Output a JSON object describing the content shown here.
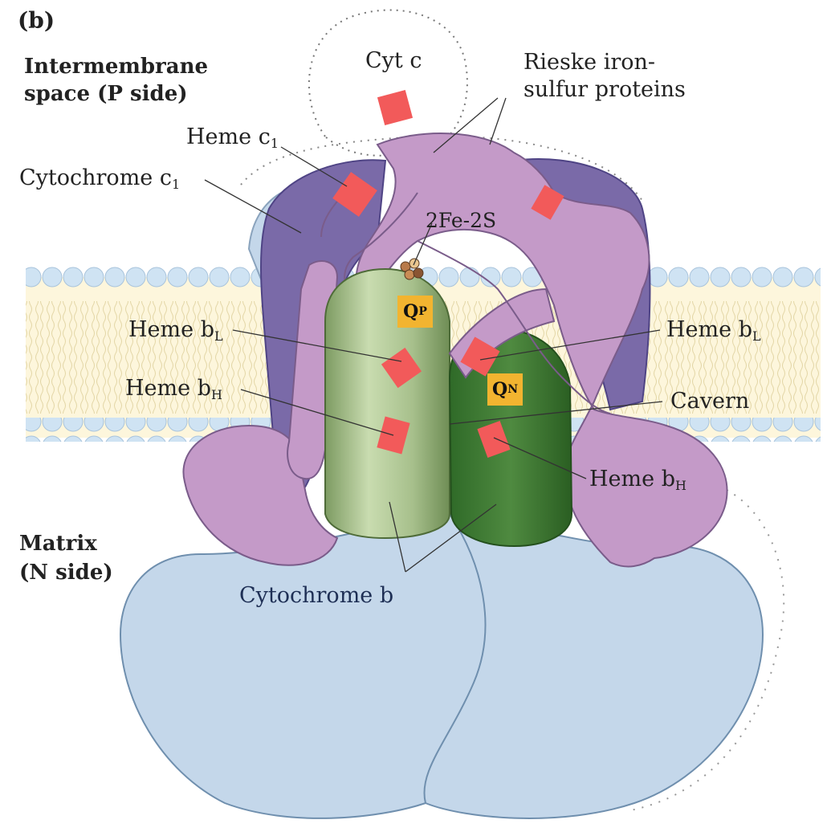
{
  "panel_label": "(b)",
  "regions": {
    "top_line1": "Intermembrane",
    "top_line2": "space (P side)",
    "bottom_line1": "Matrix",
    "bottom_line2": "(N side)"
  },
  "labels": {
    "cyt_c": "Cyt c",
    "rieske_line1": "Rieske iron-",
    "rieske_line2": "sulfur proteins",
    "heme_c1": "Heme c",
    "heme_c1_sub": "1",
    "cytochrome_c1": "Cytochrome c",
    "cytochrome_c1_sub": "1",
    "fes": "2Fe-2S",
    "heme_bl_left": "Heme b",
    "heme_bl_left_sub": "L",
    "heme_bh_left": "Heme b",
    "heme_bh_left_sub": "H",
    "heme_bl_right": "Heme b",
    "heme_bl_right_sub": "L",
    "cavern": "Cavern",
    "heme_bh_right": "Heme b",
    "heme_bh_right_sub": "H",
    "cytochrome_b": "Cytochrome b",
    "qp_main": "Q",
    "qp_sub": "P",
    "qn_main": "Q",
    "qn_sub": "N"
  },
  "colors": {
    "membrane_fill": "#fdf6dc",
    "lipid_head": "#cfe3f3",
    "matrix_protein": "#c4d7ea",
    "cytochrome_c1": "#7a6aa8",
    "rieske": "#c49ac8",
    "cyt_b_light": "#a9c290",
    "cyt_b_dark": "#3f7a34",
    "heme": "#f25a5a",
    "q_box": "#f2b430"
  }
}
